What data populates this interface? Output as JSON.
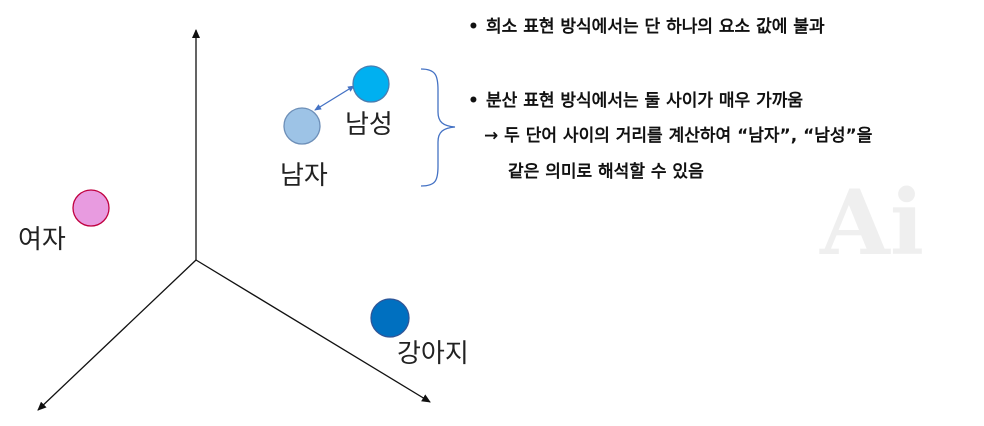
{
  "points": [
    {
      "id": "man",
      "label": "남자",
      "color": "#9DC3E6",
      "stroke": "#6D8FB8"
    },
    {
      "id": "woman",
      "label": "여자",
      "color": "#E89BE0",
      "stroke": "#C00040"
    },
    {
      "id": "castle",
      "label": "남성",
      "color": "#00B0F0",
      "stroke": "#4A7DB0"
    },
    {
      "id": "dog",
      "label": "강아지",
      "color": "#0070C0",
      "stroke": "#2F5597"
    }
  ],
  "bullets": {
    "sparse": "희소 표현 방식에서는 단 하나의 요소 값에 불과",
    "dense": "분산 표현 방식에서는 둘 사이가 매우 가까움",
    "arrow_line1": "두 단어 사이의 거리를 계산하여 “남자”, “남성”을",
    "arrow_line2": "같은 의미로 해석할 수 있음"
  },
  "symbols": {
    "bullet": "•",
    "arrow": "→"
  },
  "watermark_text": "Ai"
}
